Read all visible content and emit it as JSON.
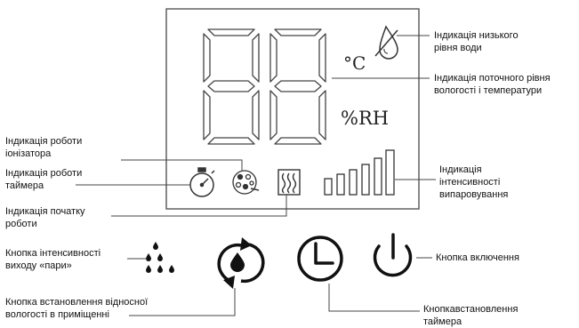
{
  "panel": {
    "unit_celsius": "°C",
    "unit_humidity": "%RH"
  },
  "labels": {
    "low_water": [
      "Індикація низького",
      "рівня води"
    ],
    "current_level": [
      "Індикація поточного рівня",
      "вологості і температури"
    ],
    "ionizer": [
      "Індикація роботи",
      "іонізатора"
    ],
    "timer_indicator": [
      "Індикація роботи",
      "таймера"
    ],
    "start": [
      "Індикація початку",
      "роботи"
    ],
    "evaporation": [
      "Індикація",
      "інтенсивності",
      "випаровування"
    ],
    "steam_button": [
      "Кнопка інтенсивності",
      "виходу «пари»"
    ],
    "power_button": [
      "Кнопка включення"
    ],
    "humidity_button": [
      "Кнопка встановлення відносної",
      "вологості в приміщенні"
    ],
    "timer_button": [
      "Кнопкавстановлення",
      "таймера"
    ]
  },
  "icons": {
    "low_water": "droplet-slash-icon",
    "timer": "stopwatch-icon",
    "ionizer": "ionizer-icon",
    "steam": "steam-icon",
    "evaporation": "level-bars-icon",
    "steam_drops": "drops-icon",
    "humidity": "humidity-cycle-icon",
    "timer_clock": "clock-icon",
    "power": "power-icon"
  }
}
